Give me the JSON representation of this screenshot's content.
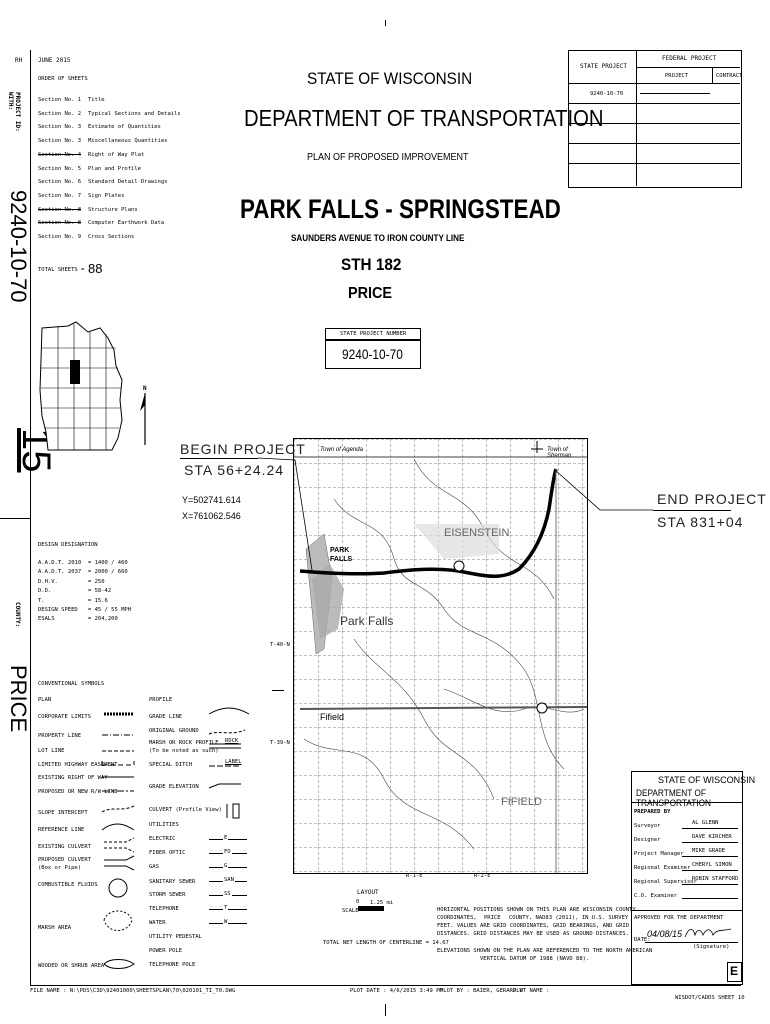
{
  "header": {
    "rh": "RH",
    "date": "JUNE 2015",
    "order_title": "ORDER OF SHEETS",
    "total_sheets_label": "TOTAL SHEETS =",
    "total_sheets": "88"
  },
  "sheets": [
    {
      "no": "Section No.  1",
      "name": "Title",
      "struck": false
    },
    {
      "no": "Section No.  2",
      "name": "Typical Sections and Details",
      "struck": false
    },
    {
      "no": "Section No.  3",
      "name": "Estimate of Quantities",
      "struck": false
    },
    {
      "no": "Section No.  3",
      "name": "Miscellaneous Quantities",
      "struck": false
    },
    {
      "no": "Section No.  4",
      "name": "Right of Way Plat",
      "struck": true
    },
    {
      "no": "Section No.  5",
      "name": "Plan and Profile",
      "struck": false
    },
    {
      "no": "Section No.  6",
      "name": "Standard Detail Drawings",
      "struck": false
    },
    {
      "no": "Section No.  7",
      "name": "Sign Plates",
      "struck": false
    },
    {
      "no": "Section No.  8",
      "name": "Structure Plans",
      "struck": true
    },
    {
      "no": "Section No.  8",
      "name": "Computer Earthwork Data",
      "struck": true
    },
    {
      "no": "Section No.  9",
      "name": "Cross Sections",
      "struck": false
    }
  ],
  "side": {
    "project_id_label": "PROJECT ID:",
    "with": "WITH:",
    "project_id": "9240-10-70",
    "county_label": "COUNTY:",
    "county": "PRICE",
    "sheet_number": "15"
  },
  "title_block": {
    "state": "STATE OF WISCONSIN",
    "dept": "DEPARTMENT OF TRANSPORTATION",
    "plan": "PLAN OF PROPOSED IMPROVEMENT",
    "project_name": "PARK FALLS - SPRINGSTEAD",
    "limits": "SAUNDERS AVENUE TO IRON COUNTY LINE",
    "highway": "STH 182",
    "county": "PRICE",
    "spn_label": "STATE PROJECT NUMBER",
    "spn": "9240-10-70"
  },
  "project_table": {
    "state_project": "STATE PROJECT",
    "federal_project": "FEDERAL PROJECT",
    "project": "PROJECT",
    "contract": "CONTRACT",
    "state_project_value": "9240-10-70"
  },
  "map": {
    "begin_label": "BEGIN PROJECT",
    "begin_sta": "STA 56+24.24",
    "begin_y": "Y=502741.614",
    "begin_x": "X=761062.546",
    "end_label": "END PROJECT",
    "end_sta": "STA 831+04",
    "town1": "Town of Agenda",
    "town2": "Town of Sherman",
    "place_park_falls_upper": "PARK",
    "place_park_falls_lower": "FALLS",
    "place_park_falls": "Park Falls",
    "place_eisenstein": "EISENSTEIN",
    "place_fifield": "FIFIELD",
    "place_fifield_town": "Fifield",
    "t40n": "T-40-N",
    "t39n": "T-39-N",
    "r1e": "R-1-E",
    "r2e": "R-2-E",
    "north": "N"
  },
  "design": {
    "title": "DESIGN DESIGNATION",
    "rows": [
      {
        "label": "A.A.D.T.",
        "mid": "2010",
        "val": "= 1400 / 460"
      },
      {
        "label": "A.A.D.T.",
        "mid": "2037",
        "val": "= 2000 / 660"
      },
      {
        "label": "D.H.V.",
        "mid": "",
        "val": "= 250"
      },
      {
        "label": "D.D.",
        "mid": "",
        "val": "= 58-42"
      },
      {
        "label": "T.",
        "mid": "",
        "val": "= 15.6"
      },
      {
        "label": "DESIGN SPEED",
        "mid": "",
        "val": "= 45 / 55 MPH"
      },
      {
        "label": "ESALS",
        "mid": "",
        "val": "= 204,200"
      }
    ]
  },
  "symbols": {
    "title": "CONVENTIONAL SYMBOLS",
    "plan_title": "PLAN",
    "profile_title": "PROFILE",
    "plan_items": [
      "CORPORATE LIMITS",
      "PROPERTY LINE",
      "LOT LINE",
      "LIMITED HIGHWAY EASEMENT",
      "EXISTING RIGHT OF WAY",
      "PROPOSED OR NEW R/W LINE",
      "SLOPE INTERCEPT",
      "REFERENCE LINE",
      "EXISTING CULVERT",
      "PROPOSED CULVERT",
      "(Box or Pipe)",
      "COMBUSTIBLE FLUIDS",
      "MARSH AREA",
      "WOODED OR SHRUB AREA"
    ],
    "profile_items": [
      "GRADE LINE",
      "ORIGINAL GROUND",
      "MARSH OR ROCK PROFILE",
      "(To be noted as such)",
      "SPECIAL DITCH",
      "GRADE ELEVATION",
      "CULVERT (Profile View)",
      "UTILITIES",
      "ELECTRIC",
      "FIBER OPTIC",
      "GAS",
      "SANITARY SEWER",
      "STORM SEWER",
      "TELEPHONE",
      "WATER",
      "UTILITY PEDESTAL",
      "POWER POLE",
      "TELEPHONE POLE"
    ],
    "utility_codes": [
      "E",
      "FO",
      "G",
      "SAN",
      "SS",
      "T",
      "W"
    ],
    "rock": "ROCK",
    "label": "LABEL"
  },
  "layout": {
    "title": "LAYOUT",
    "scale": "SCALE",
    "zero": "0",
    "dist": "1.25 mi",
    "centerline": "TOTAL NET LENGTH OF CENTERLINE = 14.67"
  },
  "notes": {
    "n1": "HORIZONTAL POSITIONS SHOWN ON THIS PLAN ARE WISCONSIN COUNTY",
    "n2a": "COORDINATES,",
    "n2b": "PRICE",
    "n2c": "COUNTY, NAD83 (2011), IN U.S. SURVEY",
    "n3": "FEET. VALUES ARE GRID COORDINATES, GRID BEARINGS, AND GRID",
    "n4": "DISTANCES. GRID DISTANCES MAY BE USED AS GROUND DISTANCES.",
    "n5": "ELEVATIONS SHOWN ON THE PLAN ARE REFERENCED TO THE NORTH AMERICAN",
    "n6": "VERTICAL DATUM OF 1988 (NAVD 88)."
  },
  "approval": {
    "state": "STATE OF WISCONSIN",
    "dept": "DEPARTMENT OF TRANSPORTATION",
    "prepared_by": "PREPARED BY",
    "rows": [
      {
        "role": "Surveyor",
        "name": "AL GLENN"
      },
      {
        "role": "Designer",
        "name": "DAVE KIRCHER"
      },
      {
        "role": "Project Manager",
        "name": "MIKE GRADE"
      },
      {
        "role": "Regional Examiner",
        "name": "CHERYL SIMON"
      },
      {
        "role": "Regional Supervisor",
        "name": "ROBIN STAFFORD"
      },
      {
        "role": "C.O. Examiner",
        "name": ""
      }
    ],
    "approved": "APPROVED FOR THE DEPARTMENT",
    "date_label": "DATE:",
    "date": "04/08/15",
    "signature_label": "(Signature)",
    "e": "E"
  },
  "footer": {
    "file": "FILE NAME : N:\\PDS\\C3D\\92401000\\SHEETSPLAN\\70\\020101_TI_T0.DWG",
    "plot_date": "PLOT DATE : 4/6/2015 3:49 PM",
    "plot_by": "PLOT BY : BAIER, GERARD W",
    "plot_name": "PLOT NAME :",
    "wisdot": "WISDOT/CADDS SHEET 10"
  }
}
